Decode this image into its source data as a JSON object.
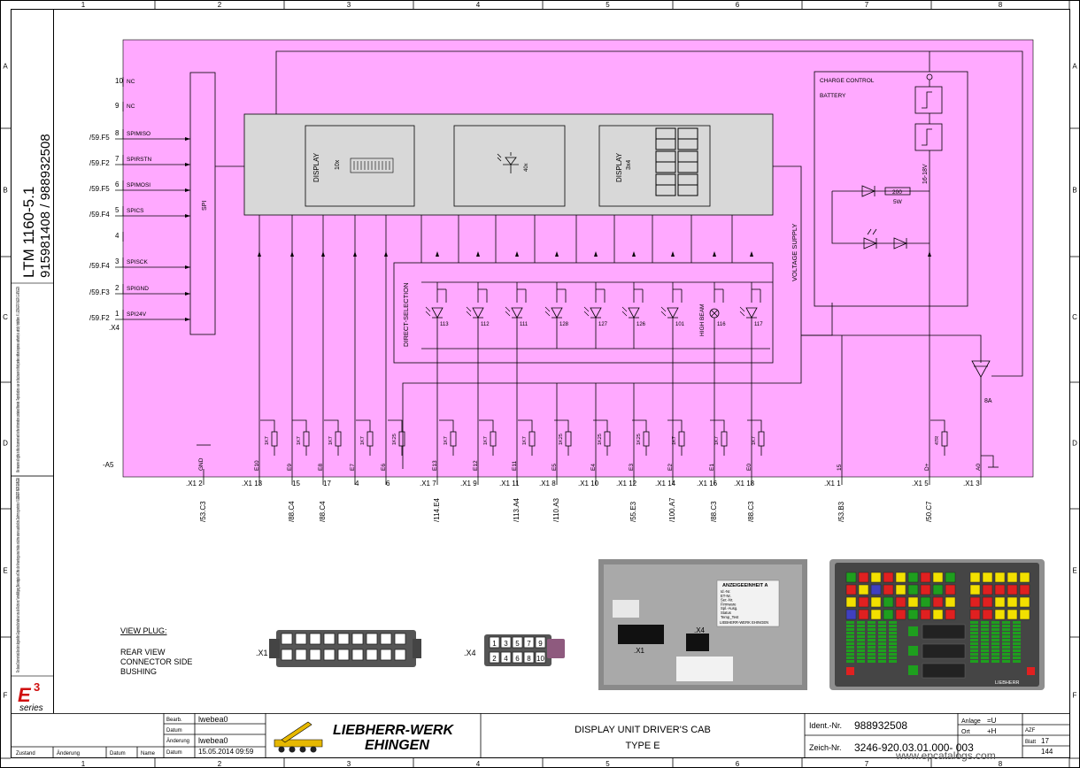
{
  "frame": {
    "columns": [
      "1",
      "2",
      "3",
      "4",
      "5",
      "6",
      "7",
      "8"
    ],
    "rows": [
      "A",
      "B",
      "C",
      "D",
      "E",
      "F"
    ]
  },
  "sidebar": {
    "model": "LTM 1160-5.1",
    "numbers": "915981408  /  988932508",
    "notice_en": "We reserve all rights in this document and in the information contained therein. Reproduction, use or disclosure to third parties without express authority is strictly forbidden. © LIEBHERR-WERK EHINGEN",
    "notice_de": "Für dieses Dokument und den darin dargestellten Gegenstand behalten wir uns alle Rechte vor. Vervielfältigung, Bekanntgabe an Dritte oder Verwertung seines Inhaltes sind ohne unsere ausdrückliche Zustimmung verboten. © LIEBHERR-WERK EHINGEN",
    "logo_big": "E",
    "logo_sup": "3",
    "logo_series": "series"
  },
  "schematic": {
    "left_pins": [
      {
        "pin": "10",
        "signal": "NC",
        "ref": ""
      },
      {
        "pin": "9",
        "signal": "NC",
        "ref": ""
      },
      {
        "pin": "8",
        "signal": "SPIMISO",
        "ref": "/59.F5"
      },
      {
        "pin": "7",
        "signal": "SPIRSTN",
        "ref": "/59.F2"
      },
      {
        "pin": "6",
        "signal": "SPIMOSI",
        "ref": "/59.F5"
      },
      {
        "pin": "5",
        "signal": "SPICS",
        "ref": "/59.F4"
      },
      {
        "pin": "4",
        "signal": "",
        "ref": ""
      },
      {
        "pin": "3",
        "signal": "SPISCK",
        "ref": "/59.F4"
      },
      {
        "pin": "2",
        "signal": "SPIGND",
        "ref": "/59.F3"
      },
      {
        "pin": "1",
        "signal": "SPI24V",
        "ref": "/59.F2"
      }
    ],
    "x4_label": ".X4",
    "spi_label": "SPI",
    "a5_label": "-A5",
    "display1": {
      "label": "DISPLAY",
      "sub": "10x"
    },
    "display2": {
      "sub": "40x"
    },
    "display3": {
      "label": "DISPLAY",
      "sub": "3x4"
    },
    "charge_control": "CHARGE CONTROL",
    "battery": "BATTERY",
    "voltage_supply": "VOLTAGE SUPPLY",
    "voltage_range": "16-18V",
    "resistor": {
      "value": "200",
      "power": "5W"
    },
    "fuse": "8A",
    "direct_selection": "DIRECT-SELECTION",
    "high_beam": "HIGH BEAM",
    "led_labels": [
      "113",
      "112",
      "111",
      "128",
      "127",
      "126",
      "101",
      "116",
      "117"
    ],
    "bottom_pins": [
      {
        "name": "GND",
        "conn": ".X1",
        "pin": "2",
        "ref": "/53.C3"
      },
      {
        "name": "E10",
        "conn": ".X1",
        "pin": "13",
        "ref": ""
      },
      {
        "name": "E9",
        "conn": "",
        "pin": "15",
        "ref": "/88.C4"
      },
      {
        "name": "E8",
        "conn": "",
        "pin": "17",
        "ref": "/88.C4"
      },
      {
        "name": "E7",
        "conn": "",
        "pin": "4",
        "ref": ""
      },
      {
        "name": "E6",
        "conn": "",
        "pin": "6",
        "ref": ""
      },
      {
        "name": "E13",
        "conn": ".X1",
        "pin": "7",
        "ref": "/114.E4"
      },
      {
        "name": "E12",
        "conn": ".X1",
        "pin": "9",
        "ref": ""
      },
      {
        "name": "E11",
        "conn": ".X1",
        "pin": "11",
        "ref": "/113.A4"
      },
      {
        "name": "E5",
        "conn": ".X1",
        "pin": "8",
        "ref": "/110.A3"
      },
      {
        "name": "E4",
        "conn": ".X1",
        "pin": "10",
        "ref": ""
      },
      {
        "name": "E3",
        "conn": ".X1",
        "pin": "12",
        "ref": "/55.E3"
      },
      {
        "name": "E2",
        "conn": ".X1",
        "pin": "14",
        "ref": "/100.A7"
      },
      {
        "name": "E1",
        "conn": ".X1",
        "pin": "16",
        "ref": "/88.C3"
      },
      {
        "name": "E0",
        "conn": ".X1",
        "pin": "18",
        "ref": "/88.C3"
      },
      {
        "name": "15",
        "conn": ".X1",
        "pin": "1",
        "ref": "/53.B3"
      },
      {
        "name": "D+",
        "conn": ".X1",
        "pin": "5",
        "ref": "/50.C7"
      },
      {
        "name": "A0",
        "conn": ".X1",
        "pin": "3",
        "ref": ""
      }
    ],
    "res_labels": [
      "1K7",
      "1K7",
      "1K7",
      "1K7",
      "1K25",
      "1K7",
      "1K7",
      "1K7",
      "1K25",
      "1K25",
      "1K25",
      "1K7",
      "1K7",
      "1K7",
      "47R"
    ]
  },
  "view_plug": {
    "title": "VIEW PLUG:",
    "line1": "REAR VIEW",
    "line2": "CONNECTOR SIDE",
    "line3": "BUSHING",
    "x1": ".X1",
    "x4": ".X4",
    "x4_top": [
      "1",
      "3",
      "5",
      "7",
      "9"
    ],
    "x4_bottom": [
      "2",
      "4",
      "6",
      "8",
      "10"
    ]
  },
  "photo1": {
    "label_title": "ANZEIGEEINHEIT A",
    "label_lines": [
      "Id.-Nr.",
      "ET-Nr.",
      "Ser.-Nr.",
      "Firmware",
      "Spl.-Ausg.",
      "Status",
      "Temp_Test"
    ],
    "label_footer": "LIEBHERR-WERK EHINGEN",
    "x1": ".X1",
    "x4": ".X4"
  },
  "photo2": {
    "brand": "LIEBHERR"
  },
  "title_block": {
    "bearb_label": "Bearb.",
    "bearb_value": "lwebea0",
    "datum_label": "Datum",
    "aenderung_label": "Änderung",
    "aenderung_value": "lwebea0",
    "datum2_label": "Datum",
    "datum2_value": "15.05.2014  09:59",
    "zustand": "Zustand",
    "aend": "Änderung",
    "datum3": "Datum",
    "name": "Name",
    "company_line1": "LIEBHERR-WERK",
    "company_line2": "EHINGEN",
    "title1": "DISPLAY UNIT DRIVER'S CAB",
    "title2": "TYPE E",
    "ident_label": "Ident.-Nr.",
    "ident_value": "988932508",
    "zeich_label": "Zeich-Nr.",
    "zeich_value": "3246-920.03.01.000- 003",
    "anlage_label": "Anlage",
    "anlage_value": "=U",
    "ort_label": "Ort",
    "ort_value": "+H",
    "azf_label": "AZF",
    "blatt_label": "Blatt",
    "blatt_value": "17",
    "von_value": "144",
    "watermark": "www.epcatalogs.com"
  },
  "colors": {
    "pink": "#FFA9FF",
    "grey": "#D8D8D8",
    "green": "#1E9F1E",
    "red": "#E02020",
    "yellow": "#F2E000"
  }
}
